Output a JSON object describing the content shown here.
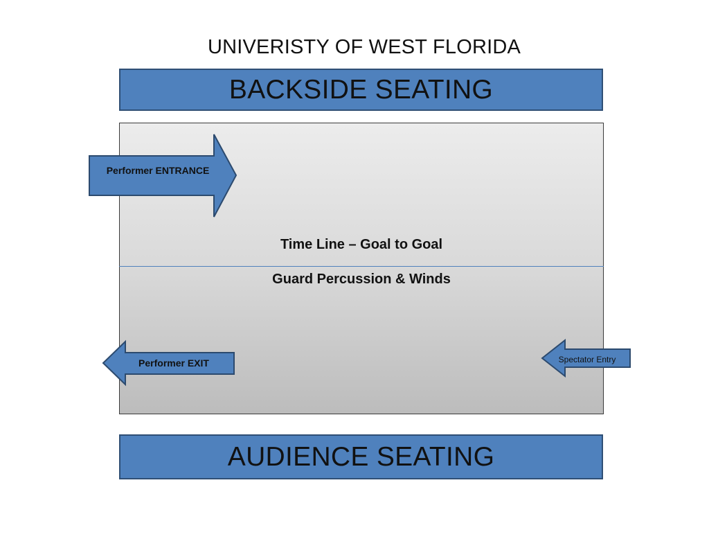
{
  "title": "UNIVERISTY OF WEST FLORIDA",
  "backside_bar": {
    "label": "BACKSIDE SEATING"
  },
  "audience_bar": {
    "label": "AUDIENCE SEATING"
  },
  "field": {
    "timeline_label": "Time Line – Goal to Goal",
    "guard_label": "Guard Percussion & Winds"
  },
  "arrows": {
    "entrance": {
      "label": "Performer ENTRANCE",
      "direction": "right"
    },
    "exit": {
      "label": "Performer EXIT",
      "direction": "left"
    },
    "spectator": {
      "label": "Spectator Entry",
      "direction": "left"
    }
  },
  "colors": {
    "accent": "#4f81bd",
    "accent_border": "#2f4f75",
    "field_top": "#ececec",
    "field_bottom": "#bcbcbc"
  }
}
